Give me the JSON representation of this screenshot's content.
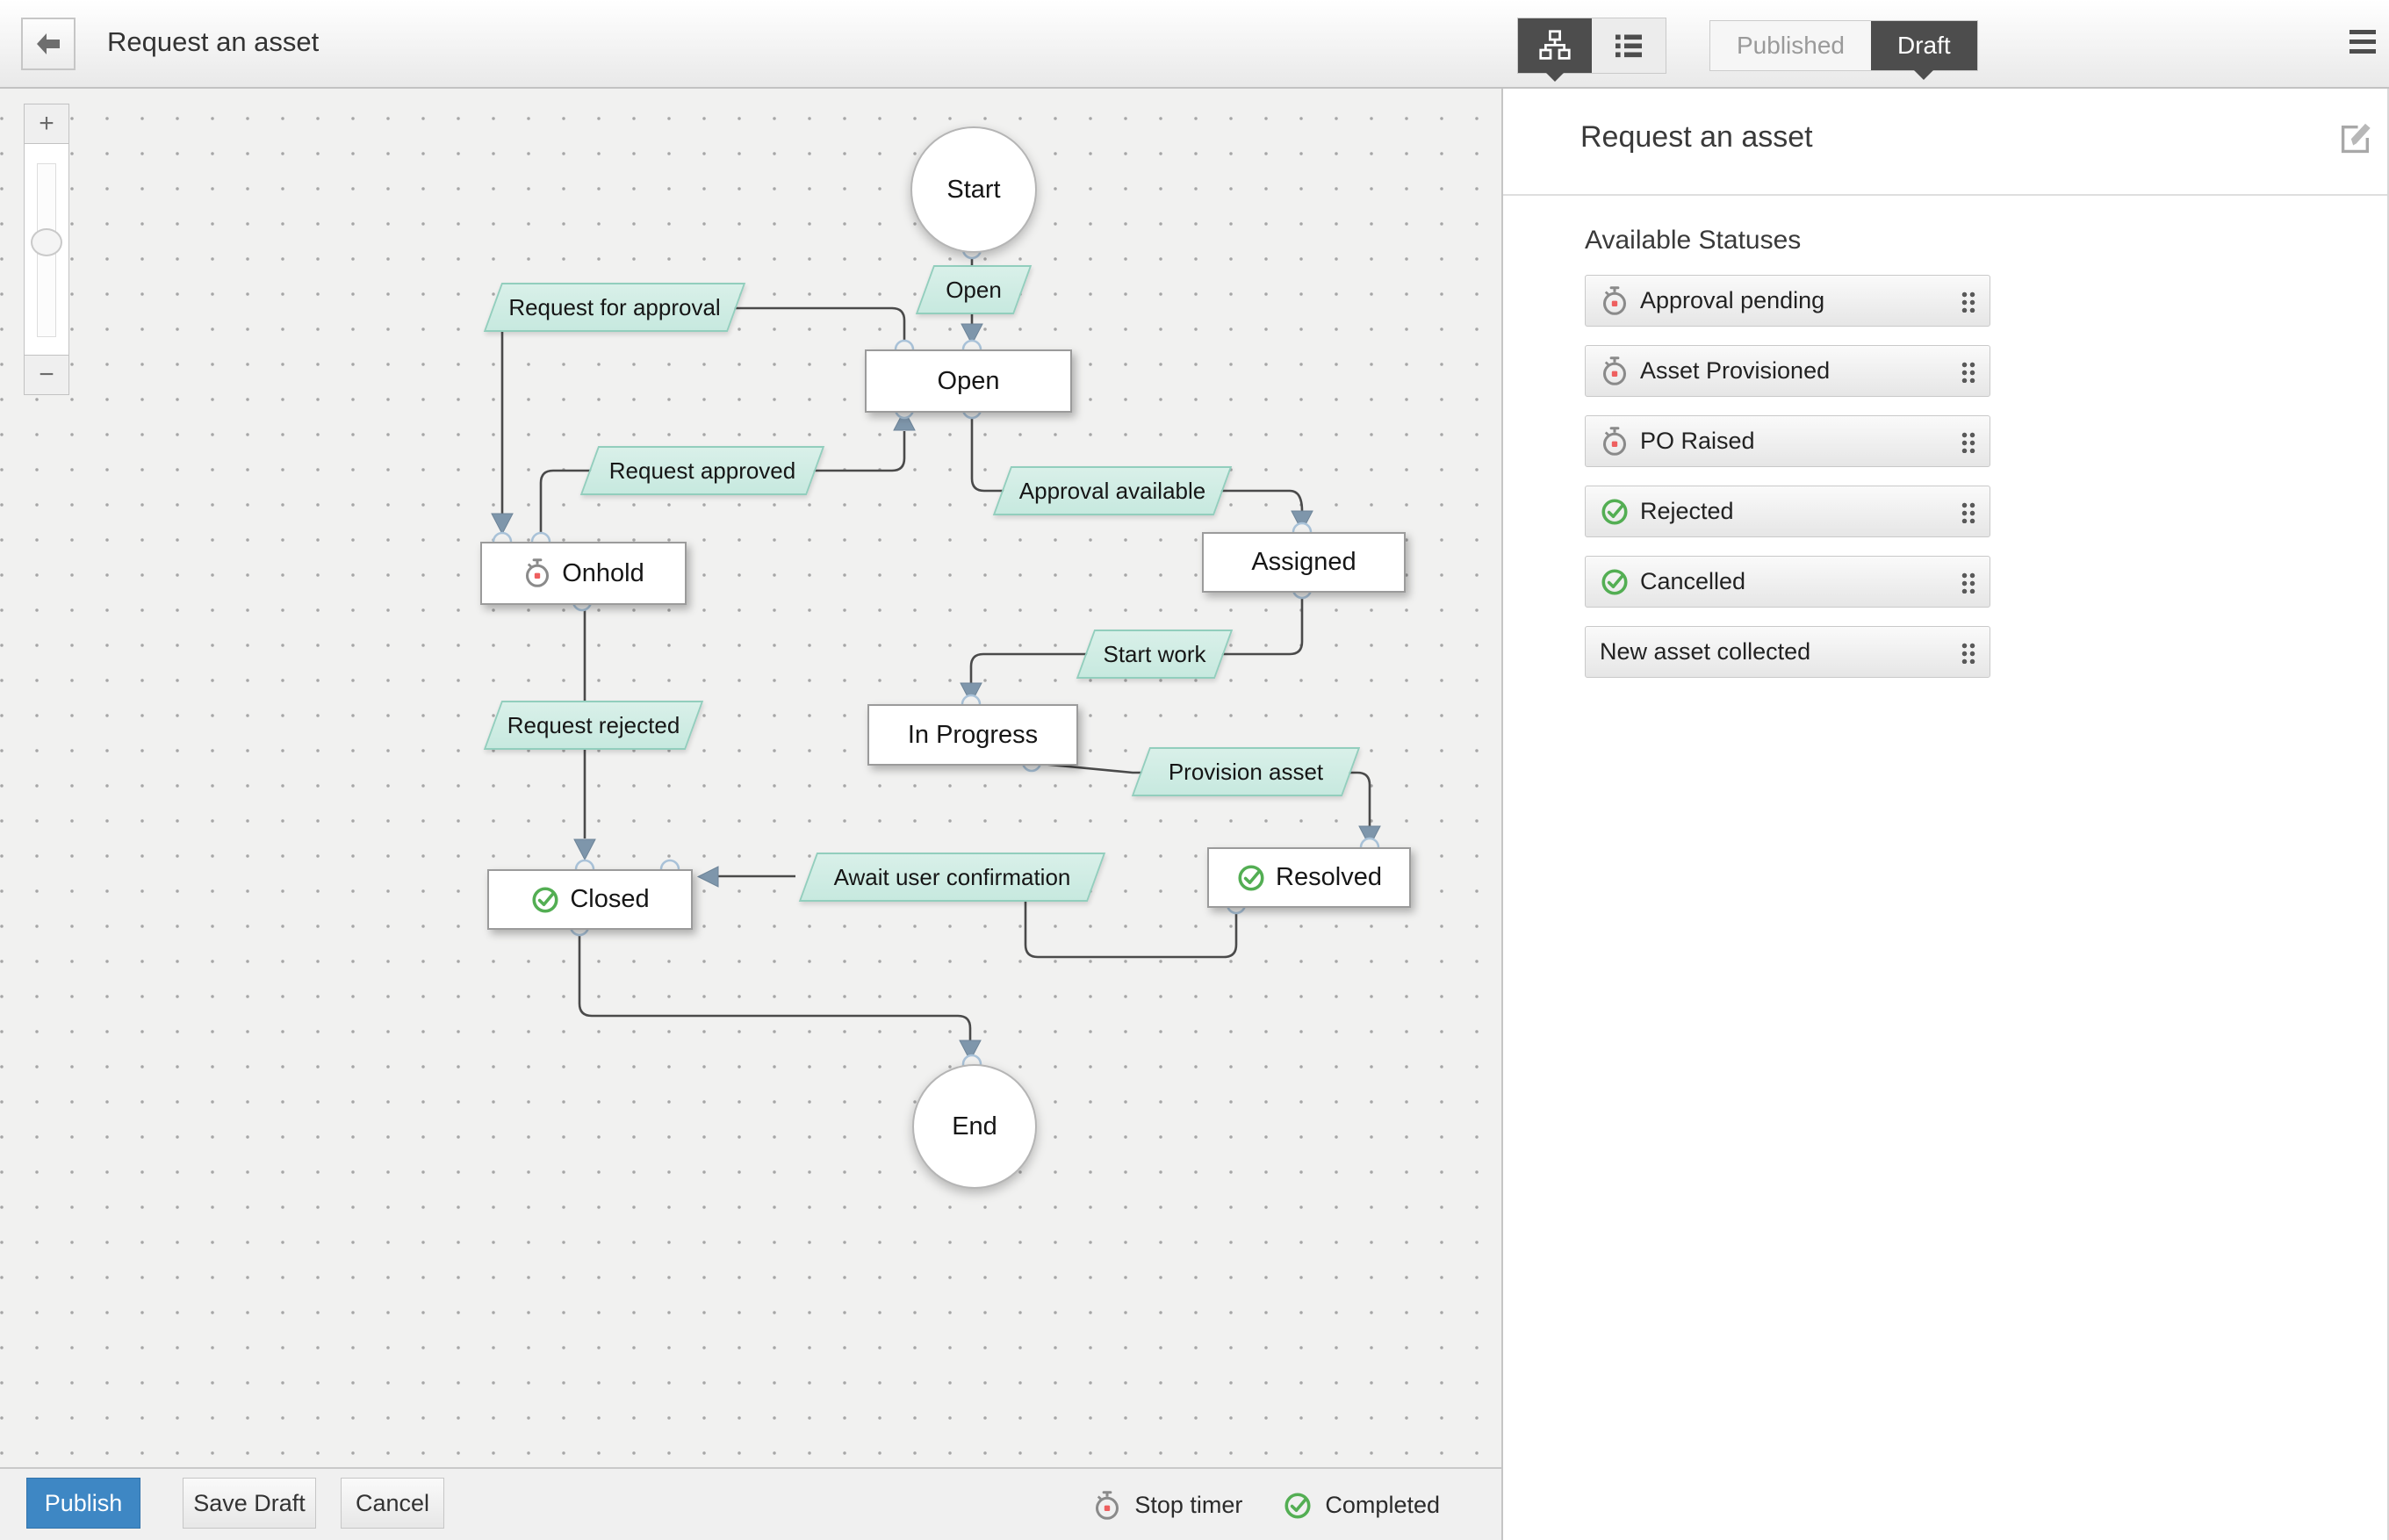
{
  "header": {
    "title": "Request an asset",
    "back_icon": "left-arrow",
    "menu_icon": "hamburger"
  },
  "view_toggle": {
    "options": [
      {
        "name": "diagram-view",
        "icon": "sitemap-icon",
        "selected": true
      },
      {
        "name": "list-view",
        "icon": "list-icon",
        "selected": false
      }
    ]
  },
  "tabs": {
    "published_label": "Published",
    "draft_label": "Draft",
    "selected": "Draft"
  },
  "panel": {
    "title": "Request an asset",
    "edit_icon": "edit-pencil",
    "section_title": "Available Statuses",
    "statuses": [
      {
        "label": "Approval pending",
        "icon": "stop-timer-icon"
      },
      {
        "label": "Asset Provisioned",
        "icon": "stop-timer-icon"
      },
      {
        "label": "PO Raised",
        "icon": "stop-timer-icon"
      },
      {
        "label": "Rejected",
        "icon": "completed-icon"
      },
      {
        "label": "Cancelled",
        "icon": "completed-icon"
      },
      {
        "label": "New asset collected",
        "icon": null
      }
    ]
  },
  "flowchart": {
    "nodes": [
      {
        "id": "start",
        "label": "Start",
        "type": "circle",
        "icon": null
      },
      {
        "id": "open",
        "label": "Open",
        "type": "box",
        "icon": null
      },
      {
        "id": "onhold",
        "label": "Onhold",
        "type": "box",
        "icon": "stop-timer-icon"
      },
      {
        "id": "assigned",
        "label": "Assigned",
        "type": "box",
        "icon": null
      },
      {
        "id": "inprogress",
        "label": "In Progress",
        "type": "box",
        "icon": null
      },
      {
        "id": "resolved",
        "label": "Resolved",
        "type": "box",
        "icon": "completed-icon"
      },
      {
        "id": "closed",
        "label": "Closed",
        "type": "box",
        "icon": "completed-icon"
      },
      {
        "id": "end",
        "label": "End",
        "type": "circle",
        "icon": null
      }
    ],
    "transitions": [
      {
        "label": "Open"
      },
      {
        "label": "Request for approval"
      },
      {
        "label": "Request approved"
      },
      {
        "label": "Approval available"
      },
      {
        "label": "Start work"
      },
      {
        "label": "Provision asset"
      },
      {
        "label": "Request rejected"
      },
      {
        "label": "Await user confirmation"
      }
    ],
    "edges": [
      {
        "from": "Start",
        "to": "Open",
        "via": "Open"
      },
      {
        "from": "Open",
        "to": "Onhold",
        "via": "Request for approval"
      },
      {
        "from": "Onhold",
        "to": "Open",
        "via": "Request approved"
      },
      {
        "from": "Open",
        "to": "Assigned",
        "via": "Approval available"
      },
      {
        "from": "Assigned",
        "to": "In Progress",
        "via": "Start work"
      },
      {
        "from": "In Progress",
        "to": "Resolved",
        "via": "Provision asset"
      },
      {
        "from": "Onhold",
        "to": "Closed",
        "via": "Request rejected"
      },
      {
        "from": "Resolved",
        "to": "Closed",
        "via": "Await user confirmation"
      },
      {
        "from": "Closed",
        "to": "End",
        "via": null
      }
    ],
    "colors": {
      "transition_fill": "#cdeae2",
      "transition_border": "#92cebd",
      "edge_line": "#4a4a4a",
      "arrow_head": "#7e96ab",
      "timer_red": "#ee5f5f",
      "completed_green": "#53ae53"
    }
  },
  "zoom_control": {
    "zoom_in_label": "+",
    "zoom_out_label": "−"
  },
  "footer": {
    "publish_label": "Publish",
    "save_draft_label": "Save Draft",
    "cancel_label": "Cancel",
    "legend": [
      {
        "icon": "stop-timer-icon",
        "label": "Stop timer"
      },
      {
        "icon": "completed-icon",
        "label": "Completed"
      }
    ]
  },
  "accent": {
    "publish_blue": "#3e87c4",
    "selected_dark": "#4d4d4d"
  }
}
